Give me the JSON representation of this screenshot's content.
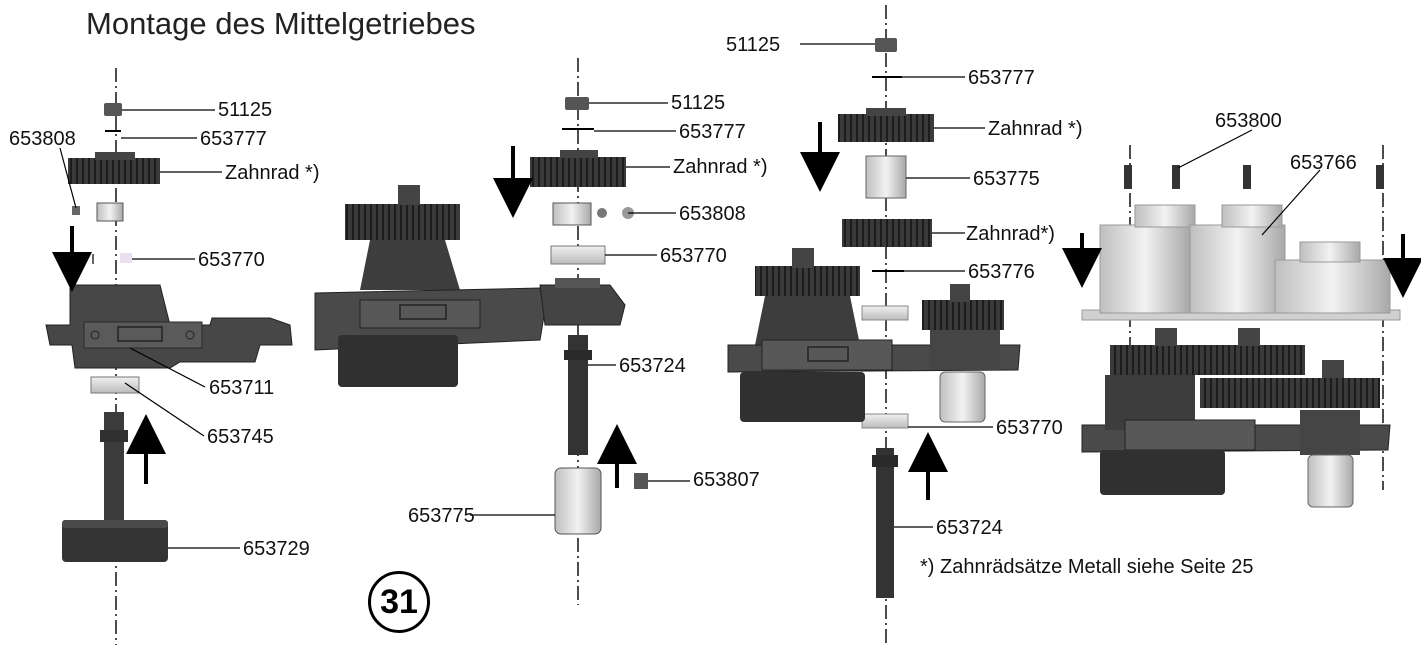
{
  "title": "Montage des Mittelgetriebes",
  "step_number": "31",
  "footnote": "*) Zahnrädsätze Metall siehe Seite 25",
  "labels": {
    "g1_51125": "51125",
    "g1_653777": "653777",
    "g1_653808": "653808",
    "g1_zahnrad": "Zahnrad *)",
    "g1_653770": "653770",
    "g1_653711": "653711",
    "g1_653745": "653745",
    "g1_653729": "653729",
    "g2_51125": "51125",
    "g2_653777": "653777",
    "g2_zahnrad": "Zahnrad *)",
    "g2_653808": "653808",
    "g2_653770": "653770",
    "g2_653724": "653724",
    "g2_653807": "653807",
    "g2_653775": "653775",
    "g3_51125": "51125",
    "g3_653777": "653777",
    "g3_zahnrad1": "Zahnrad *)",
    "g3_653775": "653775",
    "g3_zahnrad2": "Zahnrad*)",
    "g3_653776": "653776",
    "g3_653770": "653770",
    "g3_653724": "653724",
    "g4_653800": "653800",
    "g4_653766": "653766"
  },
  "colors": {
    "part_dark": "#3a3a3a",
    "part_mid": "#555555",
    "part_light": "#d9d9d9",
    "part_white": "#f4f4f4",
    "line": "#000000"
  }
}
